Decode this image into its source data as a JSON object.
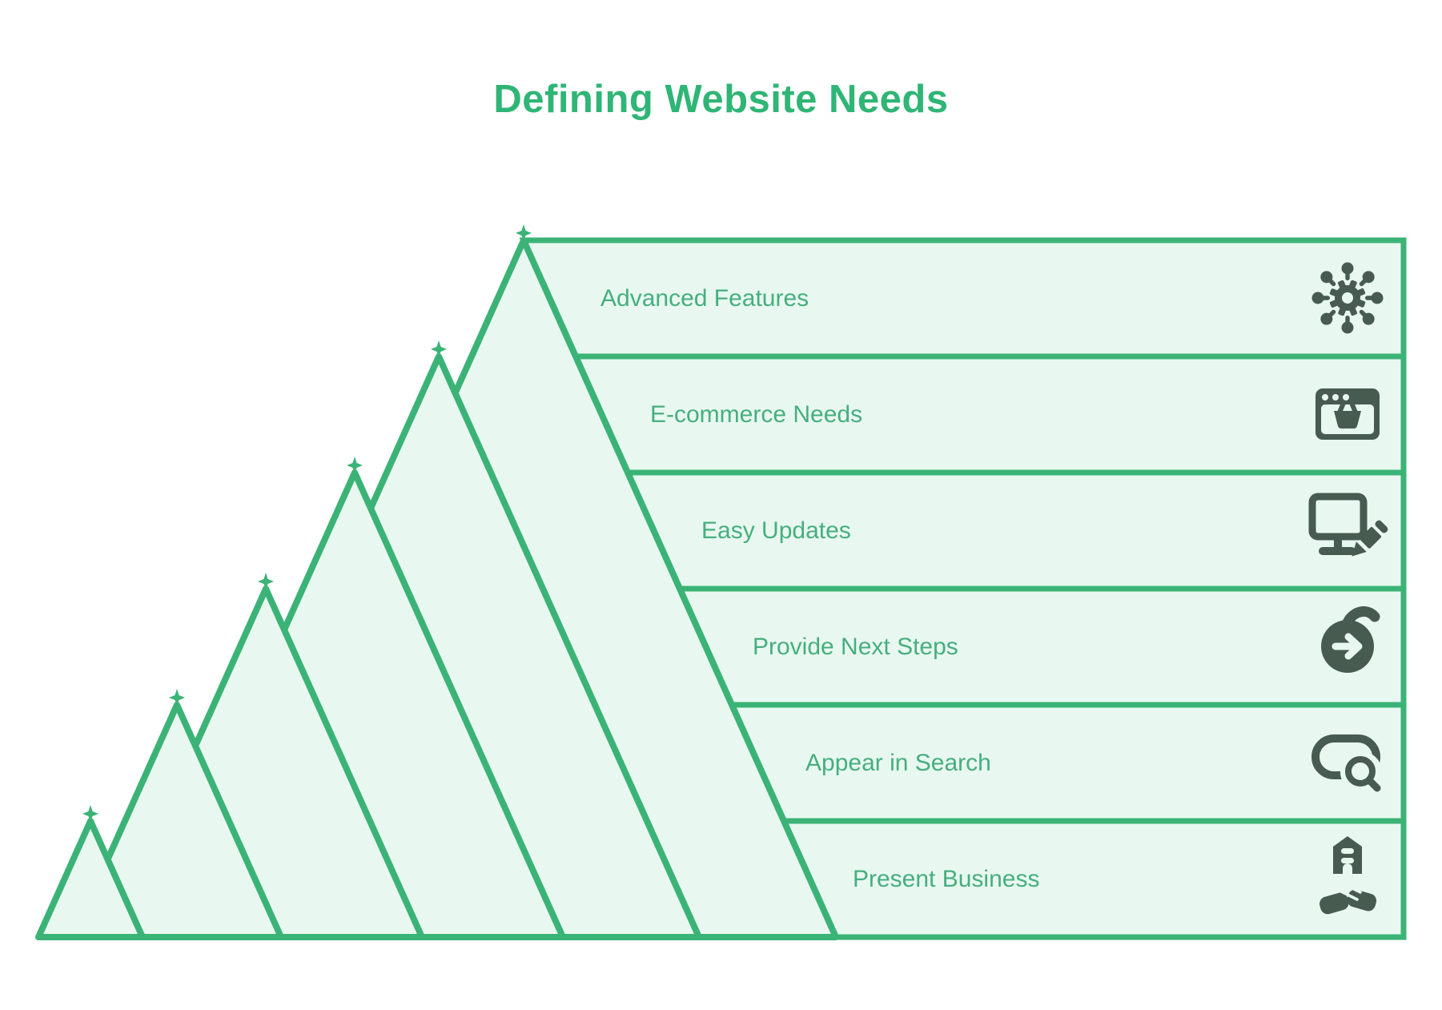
{
  "title": "Defining Website Needs",
  "colors": {
    "accent_green": "#3bb377",
    "fill_mint": "#e8f8f0",
    "title_green": "#2fb575",
    "label_green": "#46ae7e",
    "icon_dark": "#475b51"
  },
  "pyramid": {
    "levels_top_to_bottom": 6,
    "rows": [
      {
        "label": "Advanced Features",
        "icon": "hub-gear-icon"
      },
      {
        "label": "E-commerce Needs",
        "icon": "browser-basket-icon"
      },
      {
        "label": "Easy Updates",
        "icon": "monitor-edit-icon"
      },
      {
        "label": "Provide Next Steps",
        "icon": "next-step-arrow-icon"
      },
      {
        "label": "Appear in Search",
        "icon": "search-icon"
      },
      {
        "label": "Present Business",
        "icon": "business-handshake-icon"
      }
    ]
  }
}
